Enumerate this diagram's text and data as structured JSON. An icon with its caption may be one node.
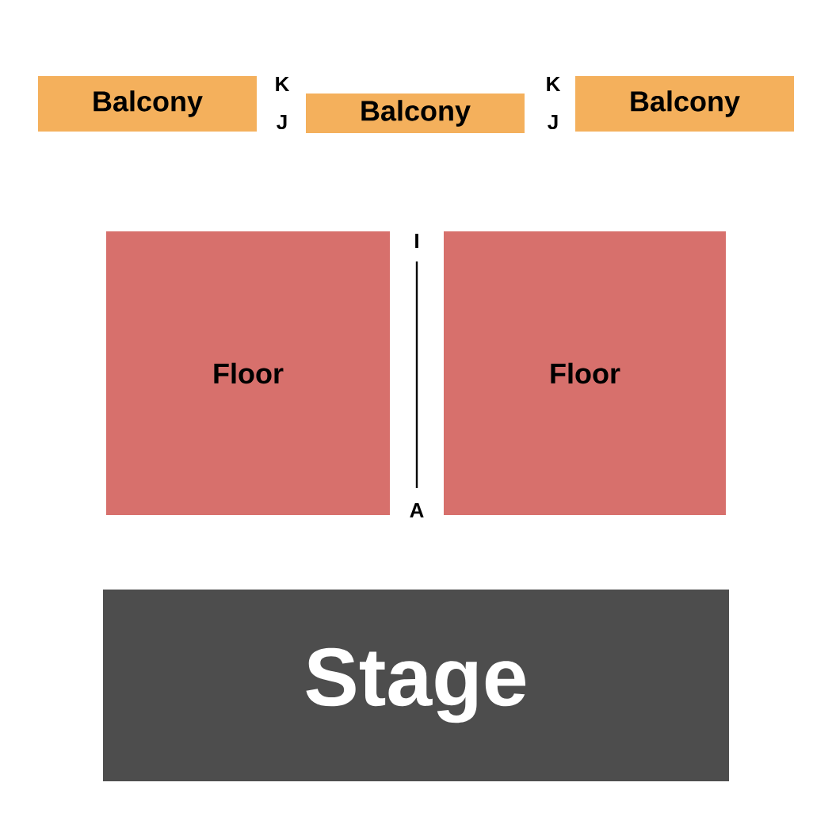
{
  "diagram": {
    "nodes": [
      {
        "text": [
          "Balcony"
        ]
      },
      {
        "text": [
          "Balcony"
        ]
      },
      {
        "text": [
          "Balcony"
        ]
      },
      {
        "text": [
          "Floor"
        ]
      },
      {
        "text": [
          "Floor"
        ]
      },
      {
        "text": [
          "Stage"
        ]
      }
    ],
    "labels": [
      "K",
      "J",
      "K",
      "J",
      "I",
      "A"
    ]
  }
}
